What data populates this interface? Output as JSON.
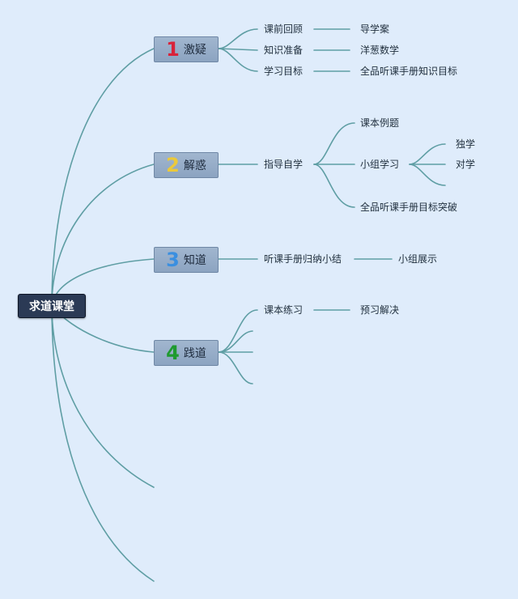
{
  "root": {
    "label": "求道课堂"
  },
  "colors": {
    "line": "#5f9ea4",
    "num1": "#d8233a",
    "num2": "#ebc93a",
    "num3": "#3a8fe0",
    "num4": "#1f9a2f"
  },
  "branches": [
    {
      "num": "1",
      "label": "激疑"
    },
    {
      "num": "2",
      "label": "解惑"
    },
    {
      "num": "3",
      "label": "知道"
    },
    {
      "num": "4",
      "label": "践道"
    }
  ],
  "b1": {
    "items": [
      "课前回顾",
      "知识准备",
      "学习目标"
    ],
    "leaves": [
      "导学案",
      "洋葱数学",
      "全品听课手册知识目标"
    ]
  },
  "b2": {
    "item": "指导自学",
    "subs": [
      "课本例题",
      "小组学习",
      "全品听课手册目标突破"
    ],
    "leaves": [
      "独学",
      "对学"
    ]
  },
  "b3": {
    "item": "听课手册归纳小结",
    "leaf": "小组展示"
  },
  "b4": {
    "item": "课本练习",
    "leaf": "预习解决"
  }
}
